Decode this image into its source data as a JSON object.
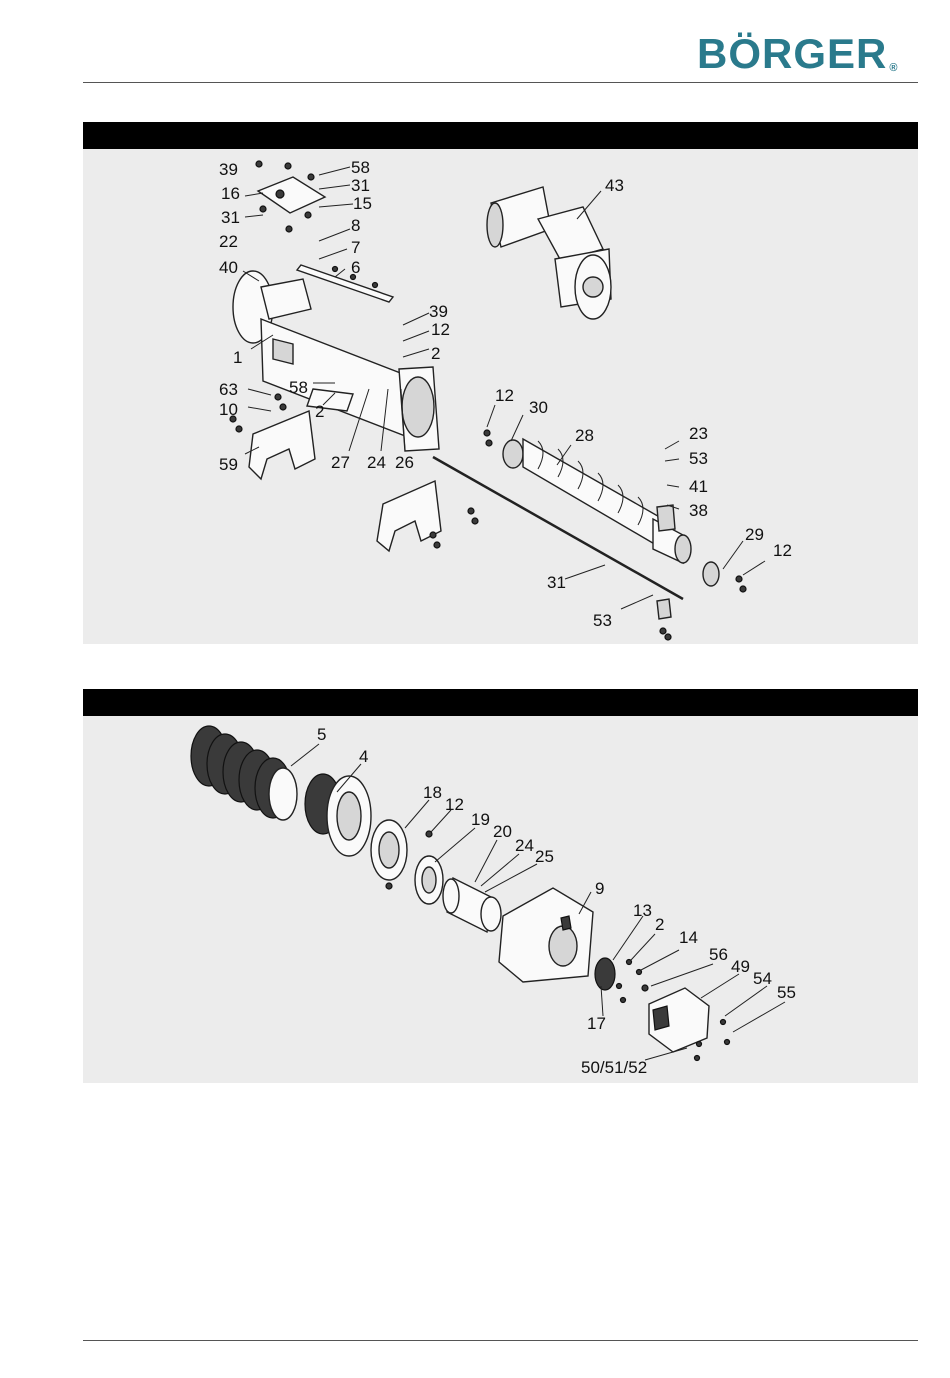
{
  "brand": {
    "name": "BÖRGER",
    "registered": "®",
    "color": "#2a7a8c"
  },
  "section_1": {
    "callouts": [
      "39",
      "58",
      "16",
      "31",
      "15",
      "31",
      "8",
      "22",
      "7",
      "40",
      "6",
      "39",
      "12",
      "1",
      "2",
      "63",
      "58",
      "10",
      "2",
      "59",
      "27",
      "24",
      "26",
      "43",
      "12",
      "30",
      "28",
      "23",
      "53",
      "41",
      "38",
      "29",
      "12",
      "31",
      "53"
    ]
  },
  "section_2": {
    "callouts": [
      "5",
      "4",
      "18",
      "12",
      "19",
      "20",
      "24",
      "25",
      "9",
      "13",
      "2",
      "14",
      "56",
      "49",
      "54",
      "55",
      "17",
      "50/51/52"
    ]
  }
}
